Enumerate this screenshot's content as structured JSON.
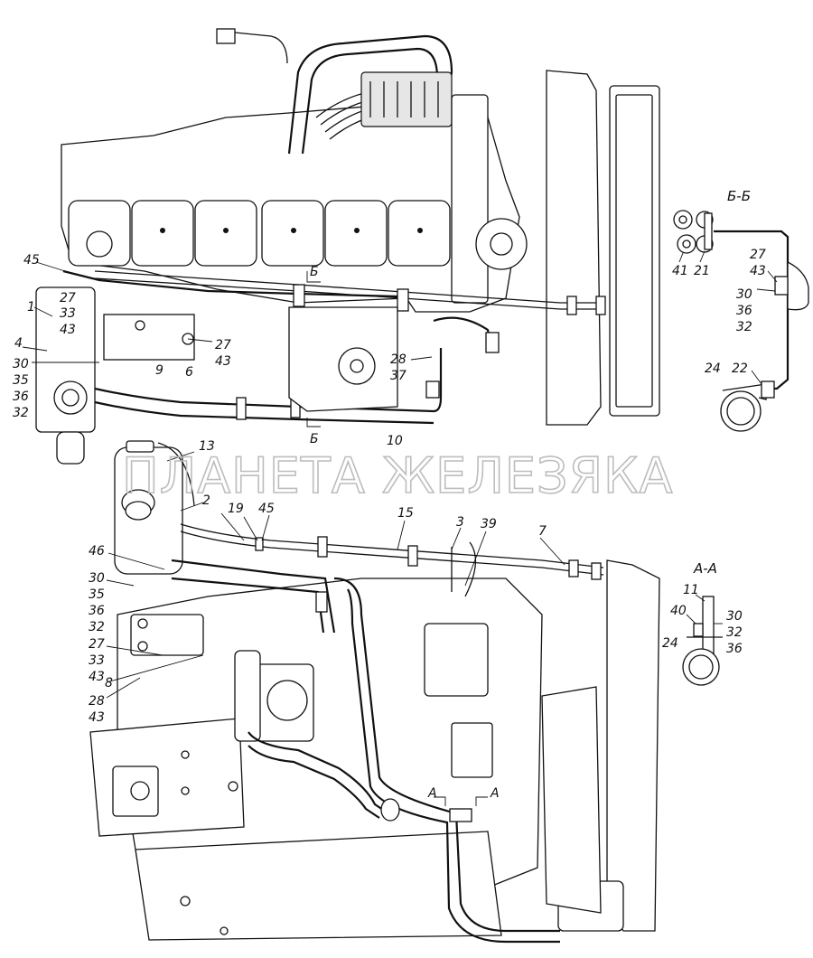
{
  "watermark": "ПЛАНЕТА ЖЕЛЕЗЯКА",
  "sections": {
    "bb_title": "Б-Б",
    "aa_title": "А-А",
    "cut_b_top": "Б",
    "cut_b_bottom": "Б",
    "cut_a_left": "А",
    "cut_a_right": "А"
  },
  "top_view": {
    "labels": [
      "45",
      "27",
      "33",
      "1",
      "43",
      "4",
      "30",
      "35",
      "36",
      "32",
      "9",
      "27",
      "43",
      "6",
      "28",
      "37",
      "10"
    ]
  },
  "bottom_view": {
    "labels": [
      "13",
      "2",
      "19",
      "45",
      "15",
      "3",
      "39",
      "7",
      "46",
      "30",
      "35",
      "36",
      "32",
      "27",
      "33",
      "43",
      "8",
      "28",
      "43"
    ]
  },
  "section_bb": {
    "labels": [
      "41",
      "21",
      "27",
      "43",
      "30",
      "36",
      "32",
      "24",
      "22"
    ]
  },
  "section_aa": {
    "labels": [
      "11",
      "40",
      "30",
      "32",
      "36",
      "24"
    ]
  }
}
